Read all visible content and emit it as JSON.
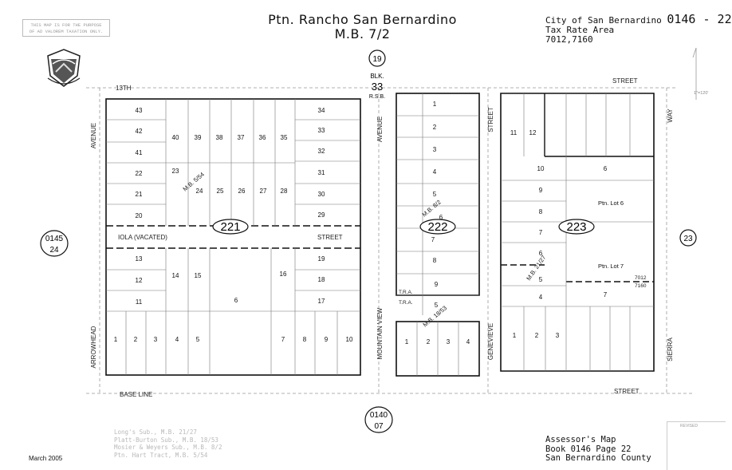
{
  "disclaimer": [
    "THIS MAP IS FOR THE PURPOSE",
    "OF AD VALOREM TAXATION ONLY."
  ],
  "title": [
    "Ptn. Rancho San Bernardino",
    "M.B. 7/2"
  ],
  "header_right": {
    "city": "City of San Bernardino",
    "page_ref": "0146 - 22",
    "tax_rate_area_label": "Tax Rate Area",
    "tax_rate_area_values": "7012,7160"
  },
  "footer_right": [
    "Assessor's Map",
    "Book 0146 Page 22",
    "San Bernardino County"
  ],
  "date": "March 2005",
  "subdivisions": [
    "Long's Sub., M.B. 21/27",
    "Platt-Burton Sub., M.B. 18/53",
    "Mosier & Weyers Sub., M.B. 8/2",
    "Ptn. Hart Tract, M.B. 5/54"
  ],
  "revised_label": "REVISED",
  "scale": "1\"=120'",
  "streets": {
    "thirteenth": "13TH",
    "street_top_right": "STREET",
    "street_top_left": "STREET",
    "iola": "IOLA (VACATED)",
    "iola_street": "STREET",
    "base_line": "BASE LINE",
    "base_line_street": "STREET",
    "avenue_left": "AVENUE",
    "arrowhead": "ARROWHEAD",
    "avenue_mid": "AVENUE",
    "mountain_view": "MOUNTAIN VIEW",
    "genevieve_street": "STREET",
    "genevieve": "GENEVIEVE",
    "sierra": "SIERRA",
    "way": "WAY"
  },
  "block_labels": {
    "blk_page": "19",
    "blk": "BLK.",
    "blk_num": "33",
    "rsb": "R.S.B.",
    "b221": "221",
    "b222": "222",
    "b223": "223",
    "left_top": "0145",
    "left_bottom": "24",
    "bottom_top": "0140",
    "bottom_bottom": "07",
    "right": "23"
  },
  "mb_labels": {
    "mb554": "M.B. 5/54",
    "mb82": "M.B. 8/2",
    "mb1853": "M.B. 18/53",
    "mb2127": "M.B. 21/27"
  },
  "tra_labels": {
    "t1": "T.R.A.",
    "t2": "T.R.A.",
    "v7012": "7012",
    "v7160": "7160"
  },
  "parcels_221": [
    {
      "n": "43"
    },
    {
      "n": "42"
    },
    {
      "n": "41"
    },
    {
      "n": "22"
    },
    {
      "n": "21"
    },
    {
      "n": "20"
    },
    {
      "n": "23"
    },
    {
      "n": "40"
    },
    {
      "n": "39"
    },
    {
      "n": "38"
    },
    {
      "n": "37"
    },
    {
      "n": "36"
    },
    {
      "n": "35"
    },
    {
      "n": "24"
    },
    {
      "n": "25"
    },
    {
      "n": "26"
    },
    {
      "n": "27"
    },
    {
      "n": "28"
    },
    {
      "n": "34"
    },
    {
      "n": "33"
    },
    {
      "n": "32"
    },
    {
      "n": "31"
    },
    {
      "n": "30"
    },
    {
      "n": "29"
    },
    {
      "n": "13"
    },
    {
      "n": "12"
    },
    {
      "n": "11"
    },
    {
      "n": "14"
    },
    {
      "n": "15"
    },
    {
      "n": "6"
    },
    {
      "n": "16"
    },
    {
      "n": "19"
    },
    {
      "n": "18"
    },
    {
      "n": "17"
    },
    {
      "n": "1"
    },
    {
      "n": "2"
    },
    {
      "n": "3"
    },
    {
      "n": "4"
    },
    {
      "n": "5"
    },
    {
      "n": "7"
    },
    {
      "n": "8"
    },
    {
      "n": "9"
    },
    {
      "n": "10"
    }
  ],
  "parcels_222": [
    "1",
    "2",
    "3",
    "4",
    "5",
    "6",
    "7",
    "8",
    "9",
    "5",
    "1",
    "2",
    "3",
    "4"
  ],
  "parcels_223": [
    "11",
    "12",
    "10",
    "9",
    "8",
    "7",
    "6",
    "5",
    "4",
    "1",
    "2",
    "3",
    "6",
    "7",
    "Ptn. Lot 6",
    "Ptn. Lot 7"
  ]
}
